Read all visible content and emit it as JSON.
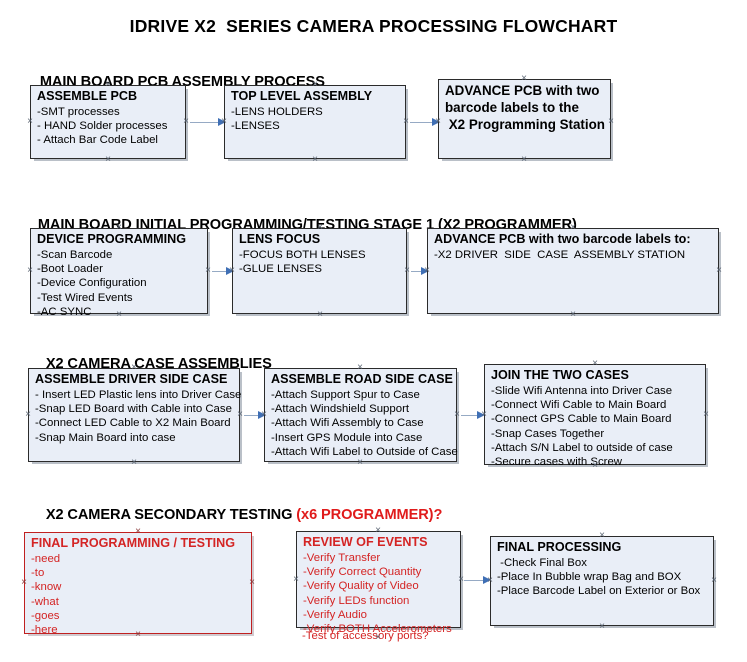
{
  "document": {
    "title": "IDRIVE X2  SERIES CAMERA PROCESSING FLOWCHART"
  },
  "sections": [
    {
      "id": "main-board-pcb-assembly-process",
      "heading": "MAIN BOARD PCB ASSEMBLY PROCESS",
      "heading_red": "",
      "nodes": [
        {
          "id": "assemble-pcb",
          "title": "ASSEMBLE PCB",
          "lines": [
            "-SMT processes",
            "- HAND Solder processes",
            "- Attach Bar Code Label"
          ]
        },
        {
          "id": "top-level-assembly",
          "title": "TOP LEVEL ASSEMBLY",
          "lines": [
            "-LENS HOLDERS",
            "-LENSES"
          ]
        },
        {
          "id": "advance-pcb-to-x2-programming-station",
          "title": "ADVANCE PCB with two",
          "lines": [
            "barcode labels to the",
            " X2 Programming Station"
          ]
        }
      ]
    },
    {
      "id": "main-board-initial-programming-testing-stage-1",
      "heading": "MAIN BOARD INITIAL PROGRAMMING/TESTING STAGE 1 (X2 PROGRAMMER)",
      "heading_red": "",
      "nodes": [
        {
          "id": "device-programming",
          "title": "DEVICE PROGRAMMING",
          "lines": [
            "-Scan Barcode",
            "-Boot Loader",
            "-Device Configuration",
            "-Test Wired Events",
            "-AC SYNC"
          ]
        },
        {
          "id": "lens-focus",
          "title": "LENS FOCUS",
          "lines": [
            "-FOCUS BOTH LENSES",
            "-GLUE LENSES"
          ]
        },
        {
          "id": "advance-pcb-to-driver-side-case-assembly",
          "title": "ADVANCE PCB with two barcode labels to:",
          "lines": [
            "-X2 DRIVER  SIDE  CASE  ASSEMBLY STATION"
          ]
        }
      ]
    },
    {
      "id": "x2-camera-case-assemblies",
      "heading": "X2 CAMERA CASE ASSEMBLIES",
      "heading_red": "",
      "nodes": [
        {
          "id": "assemble-driver-side-case",
          "title": "ASSEMBLE DRIVER SIDE CASE",
          "lines": [
            "- Insert LED Plastic lens into Driver Case",
            "-Snap LED Board with Cable into Case",
            "-Connect LED Cable to X2 Main Board",
            "-Snap Main Board into case"
          ]
        },
        {
          "id": "assemble-road-side-case",
          "title": "ASSEMBLE ROAD SIDE CASE",
          "lines": [
            "-Attach Support Spur to Case",
            "-Attach Windshield Support",
            "-Attach Wifi Assembly to Case",
            "-Insert GPS Module into Case",
            "-Attach Wifi Label to Outside of Case"
          ]
        },
        {
          "id": "join-the-two-cases",
          "title": "JOIN THE TWO CASES",
          "lines": [
            "-Slide Wifi Antenna into Driver Case",
            "-Connect Wifi Cable to Main Board",
            "-Connect GPS Cable to Main Board",
            "-Snap Cases Together",
            "-Attach S/N Label to outside of case",
            "-Secure cases with Screw"
          ]
        }
      ]
    },
    {
      "id": "x2-camera-secondary-testing",
      "heading": "X2 CAMERA SECONDARY TESTING ",
      "heading_red": "(x6 PROGRAMMER)?",
      "nodes": [
        {
          "id": "final-programming-testing",
          "title": "FINAL PROGRAMMING / TESTING",
          "lines": [
            "-need",
            "-to",
            "-know",
            "-what",
            "-goes",
            "-here"
          ]
        },
        {
          "id": "review-of-events",
          "title": "REVIEW OF EVENTS",
          "lines": [
            "-Verify Transfer",
            "-Verify Correct Quantity",
            "-Verify Quality of Video",
            "-Verify LEDs function",
            "-Verify Audio",
            "-Verify BOTH Accelerometers"
          ],
          "overflow_line": "-Test of accessory ports?"
        },
        {
          "id": "final-processing",
          "title": "FINAL PROCESSING",
          "lines": [
            " -Check Final Box",
            "-Place In Bubble wrap Bag and BOX",
            "-Place Barcode Label on Exterior or Box"
          ]
        }
      ]
    }
  ],
  "colors": {
    "node_fill": "#e9eef7",
    "node_border": "#2b2b2b",
    "red_accent": "#d42424",
    "connector_line": "#96aac4",
    "arrow_head": "#3f6fb5"
  },
  "icons": {
    "connector_handle": "×",
    "arrow": "arrow-right"
  }
}
